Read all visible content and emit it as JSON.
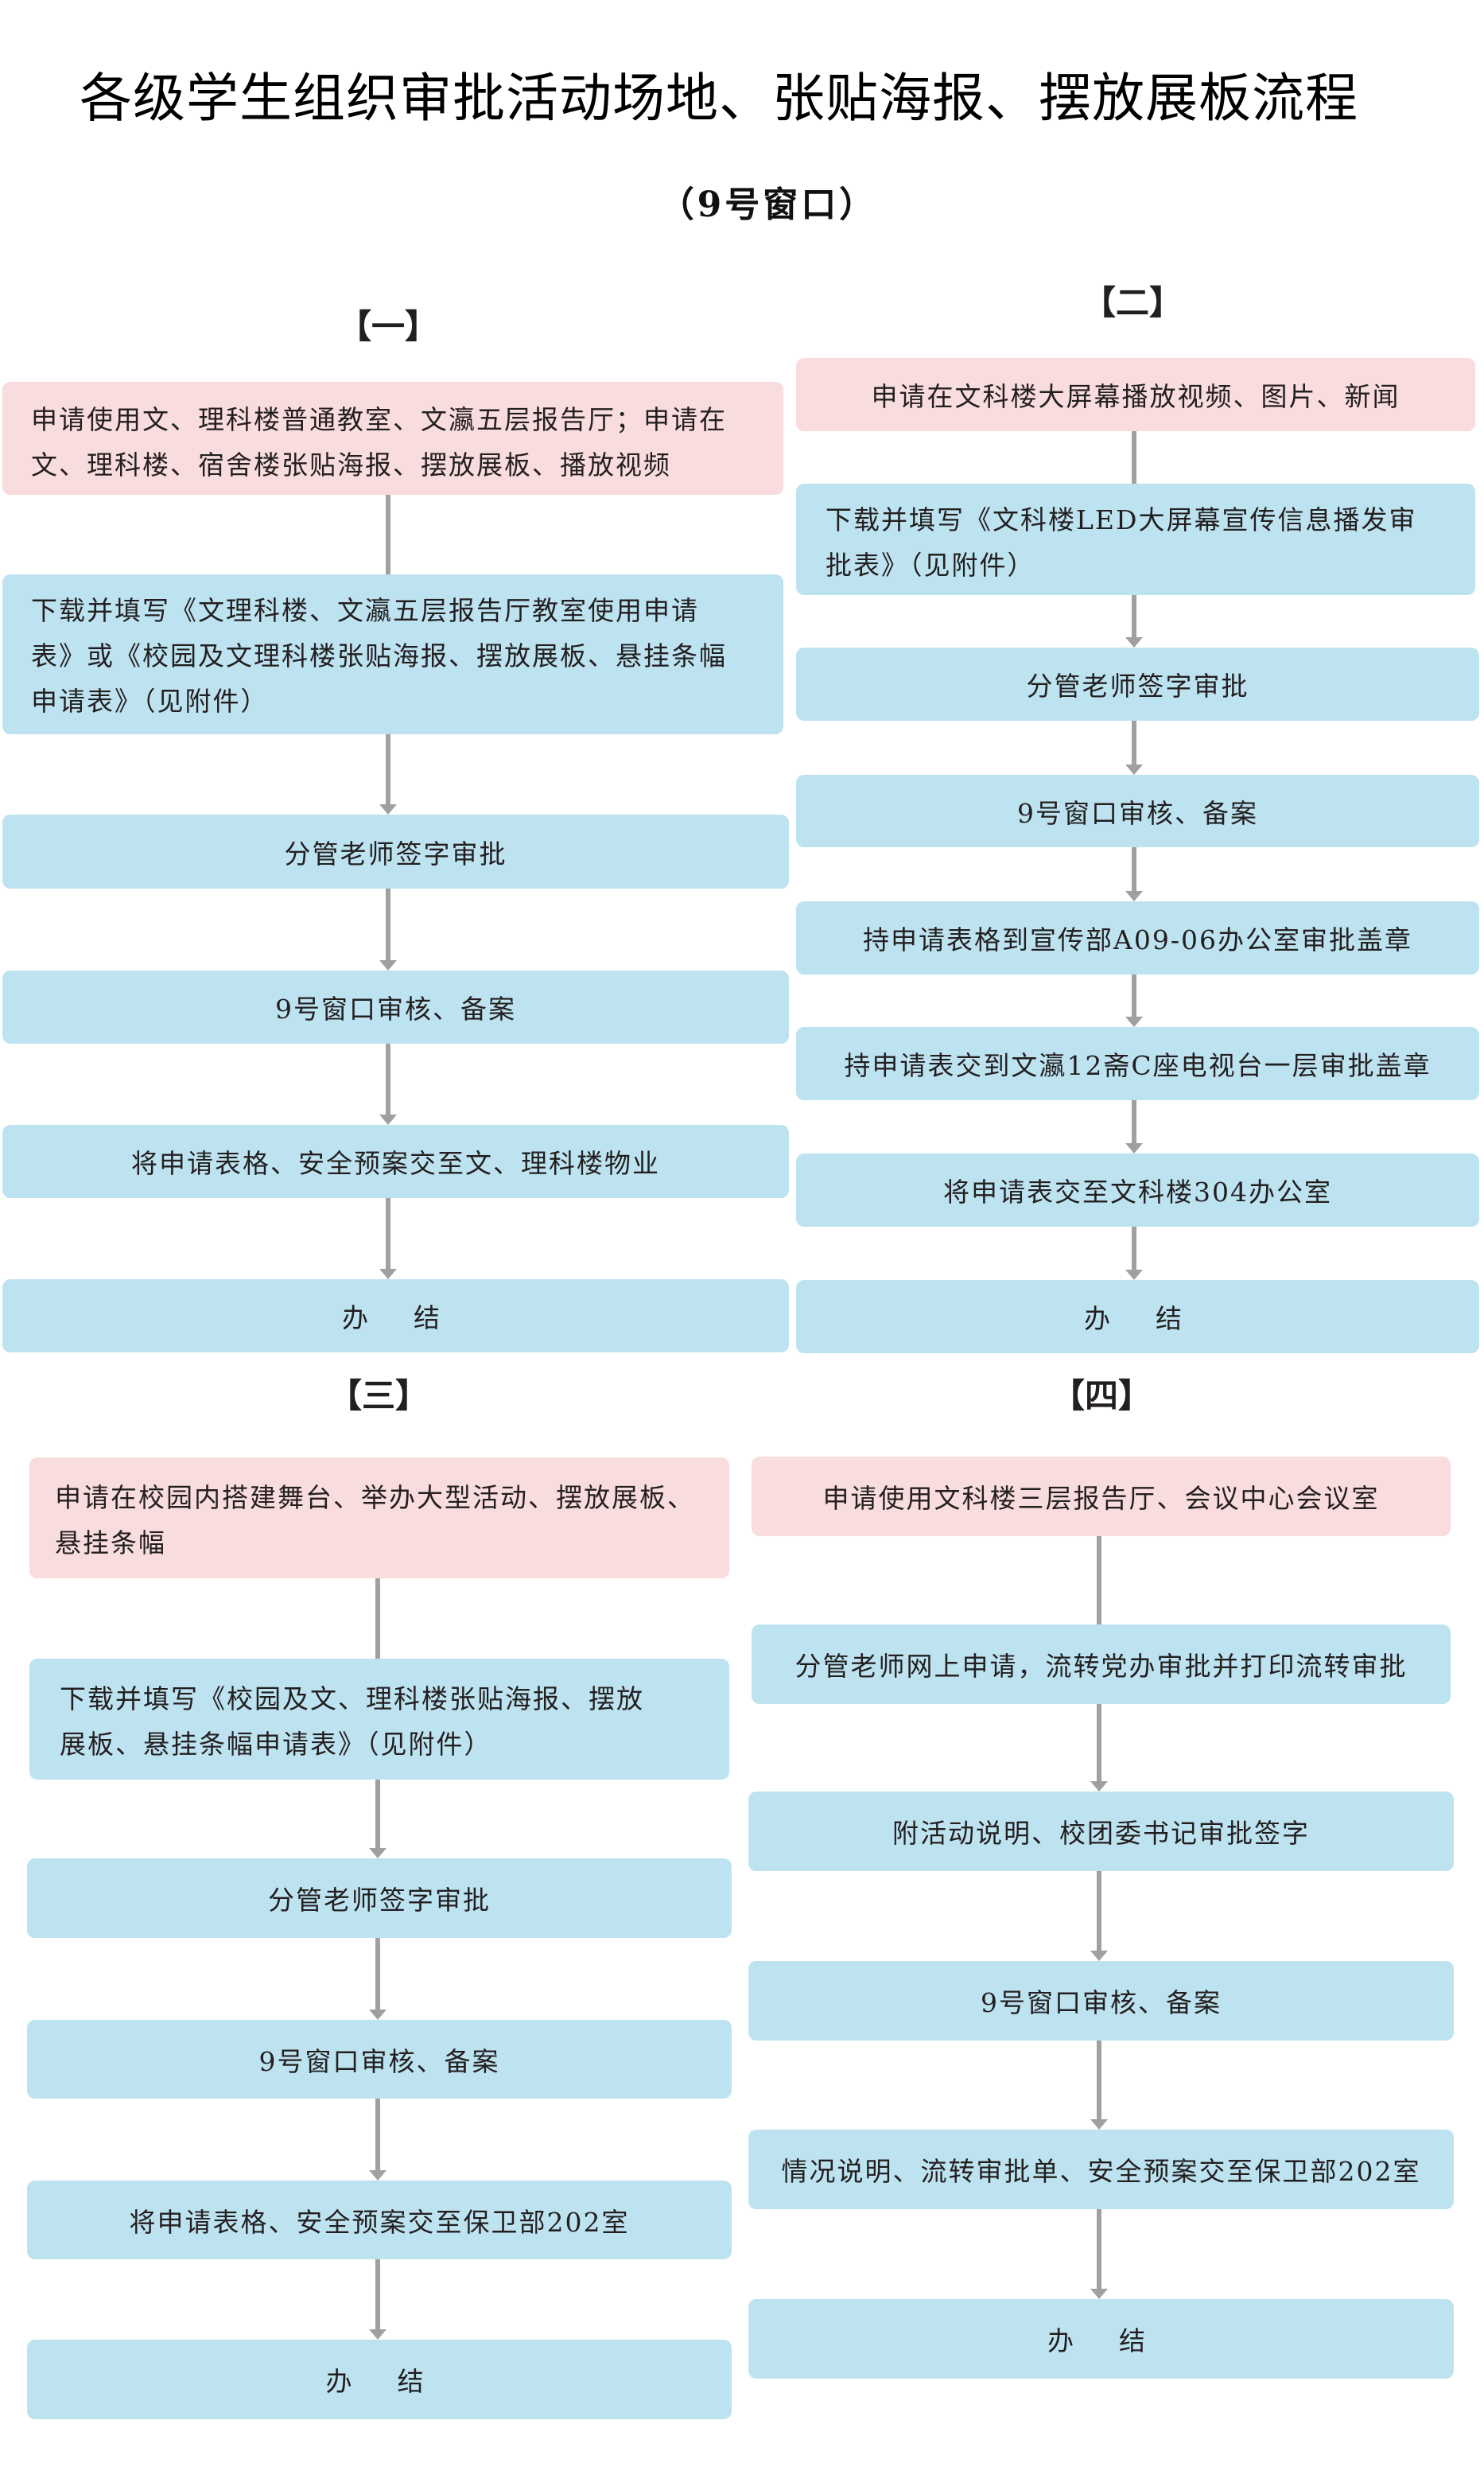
{
  "page": {
    "title": "各级学生组织审批活动场地、张贴海报、摆放展板流程",
    "subtitle": "（9号窗口）"
  },
  "colors": {
    "request_box": "#f9dcdd",
    "step_box": "#bee3f0",
    "connector": "#a0a0a0",
    "text": "#231f20"
  },
  "sections": [
    {
      "label": "【一】",
      "steps": [
        {
          "type": "request",
          "lines": [
            "申请使用文、理科楼普通教室、文瀛五层报告厅；申请在",
            "文、理科楼、宿舍楼张贴海报、摆放展板、播放视频"
          ]
        },
        {
          "type": "step",
          "lines": [
            "下载并填写《文理科楼、文瀛五层报告厅教室使用申请",
            "表》或《校园及文理科楼张贴海报、摆放展板、悬挂条幅",
            "申请表》（见附件）"
          ]
        },
        {
          "type": "step",
          "lines": [
            "分管老师签字审批"
          ]
        },
        {
          "type": "step",
          "lines": [
            "9号窗口审核、备案"
          ]
        },
        {
          "type": "step",
          "lines": [
            "将申请表格、安全预案交至文、理科楼物业"
          ]
        },
        {
          "type": "end",
          "lines": [
            "办　结"
          ]
        }
      ]
    },
    {
      "label": "【二】",
      "steps": [
        {
          "type": "request",
          "lines": [
            "申请在文科楼大屏幕播放视频、图片、新闻"
          ]
        },
        {
          "type": "step",
          "lines": [
            "下载并填写《文科楼LED大屏幕宣传信息播发审",
            "批表》（见附件）"
          ]
        },
        {
          "type": "step",
          "lines": [
            "分管老师签字审批"
          ]
        },
        {
          "type": "step",
          "lines": [
            "9号窗口审核、备案"
          ]
        },
        {
          "type": "step",
          "lines": [
            "持申请表格到宣传部A09-06办公室审批盖章"
          ]
        },
        {
          "type": "step",
          "lines": [
            "持申请表交到文瀛12斋C座电视台一层审批盖章"
          ]
        },
        {
          "type": "step",
          "lines": [
            "将申请表交至文科楼304办公室"
          ]
        },
        {
          "type": "end",
          "lines": [
            "办　结"
          ]
        }
      ]
    },
    {
      "label": "【三】",
      "steps": [
        {
          "type": "request",
          "lines": [
            "申请在校园内搭建舞台、举办大型活动、摆放展板、",
            "悬挂条幅"
          ]
        },
        {
          "type": "step",
          "lines": [
            "下载并填写《校园及文、理科楼张贴海报、摆放",
            "展板、悬挂条幅申请表》（见附件）"
          ]
        },
        {
          "type": "step",
          "lines": [
            "分管老师签字审批"
          ]
        },
        {
          "type": "step",
          "lines": [
            "9号窗口审核、备案"
          ]
        },
        {
          "type": "step",
          "lines": [
            "将申请表格、安全预案交至保卫部202室"
          ]
        },
        {
          "type": "end",
          "lines": [
            "办　结"
          ]
        }
      ]
    },
    {
      "label": "【四】",
      "steps": [
        {
          "type": "request",
          "lines": [
            "申请使用文科楼三层报告厅、会议中心会议室"
          ]
        },
        {
          "type": "step",
          "lines": [
            "分管老师网上申请，流转党办审批并打印流转审批"
          ]
        },
        {
          "type": "step",
          "lines": [
            "附活动说明、校团委书记审批签字"
          ]
        },
        {
          "type": "step",
          "lines": [
            "9号窗口审核、备案"
          ]
        },
        {
          "type": "step",
          "lines": [
            "情况说明、流转审批单、安全预案交至保卫部202室"
          ]
        },
        {
          "type": "end",
          "lines": [
            "办　结"
          ]
        }
      ]
    }
  ]
}
